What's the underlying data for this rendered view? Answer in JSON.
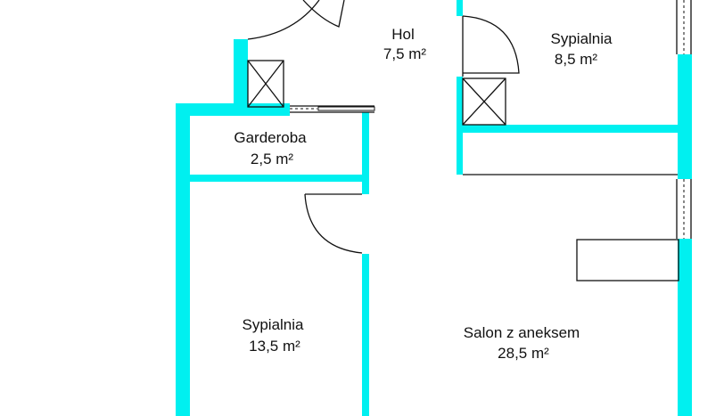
{
  "colors": {
    "wall": "#00f0f0",
    "line": "#111111",
    "background": "#ffffff"
  },
  "rooms": [
    {
      "name": "Hol",
      "area": "7,5 m²"
    },
    {
      "name": "Sypialnia",
      "area": "8,5 m²"
    },
    {
      "name": "Garderoba",
      "area": "2,5 m²"
    },
    {
      "name": "Sypialnia",
      "area": "13,5 m²"
    },
    {
      "name": "Salon z aneksem",
      "area": "28,5 m²"
    }
  ]
}
